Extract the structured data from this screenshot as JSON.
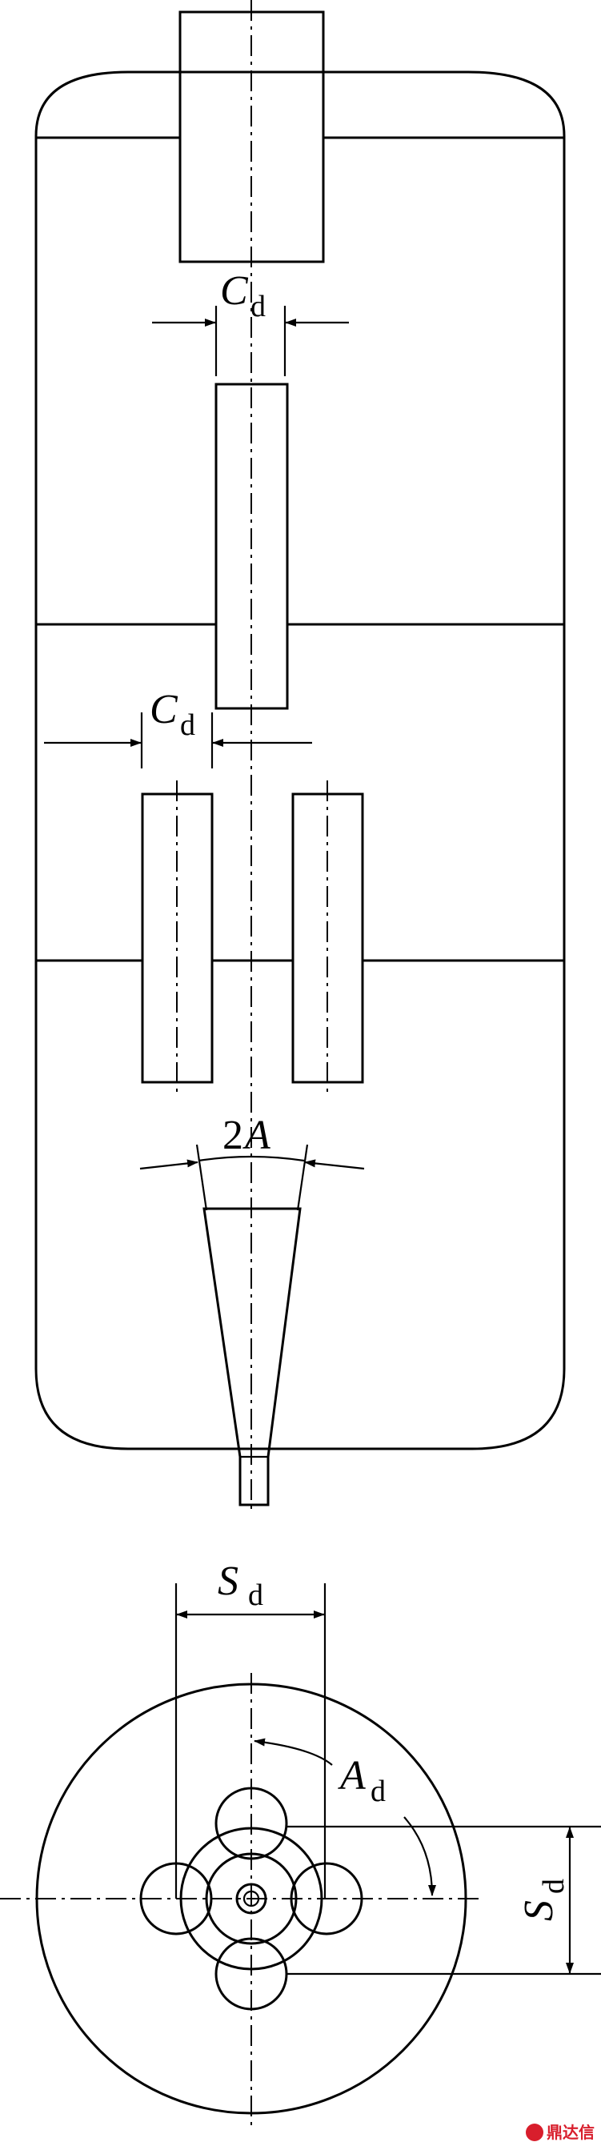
{
  "labels": {
    "cd_top": {
      "main": "C",
      "sub": "d"
    },
    "cd_mid": {
      "main": "C",
      "sub": "d"
    },
    "two_a": {
      "main": "2A",
      "num": "2",
      "var": "A"
    },
    "sd_top": {
      "main": "S",
      "sub": "d"
    },
    "ad": {
      "main": "A",
      "sub": "d"
    },
    "sd_right": {
      "main": "S",
      "sub": "d"
    }
  },
  "watermark": {
    "text": "鼎达信",
    "color": "#d81e2c"
  }
}
